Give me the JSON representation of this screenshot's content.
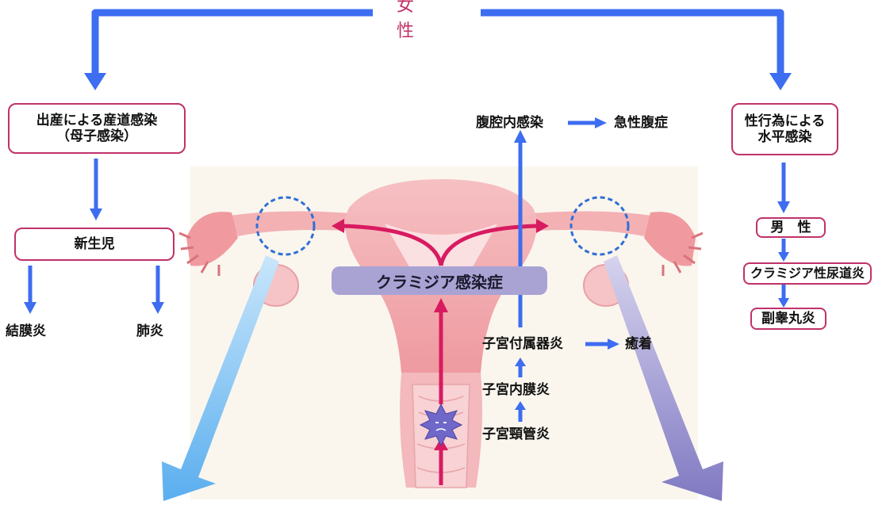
{
  "title": "女　性",
  "left_branch": {
    "infection_box_line1": "出産による産道感染",
    "infection_box_line2": "（母子感染）",
    "newborn_box": "新生児",
    "outcome_conjunctivitis": "結膜炎",
    "outcome_pneumonia": "肺炎"
  },
  "right_branch": {
    "infection_box_line1": "性行為による",
    "infection_box_line2": "水平感染",
    "male_box": "男　性",
    "urethritis_box": "クラミジア性尿道炎",
    "epididymitis_box": "副睾丸炎"
  },
  "center": {
    "disease_label": "クラミジア感染症",
    "step_cervicitis": "子宮頸管炎",
    "step_endometritis": "子宮内膜炎",
    "step_adnexitis": "子宮付属器炎",
    "step_adhesion": "癒着",
    "step_peritoneal_infection": "腹腔内感染",
    "step_acute_abdomen": "急性腹症"
  },
  "colors": {
    "accent_pink": "#c0326a",
    "flow_blue": "#3d6df0",
    "organ_pink": "#f0a2a6",
    "infection_arrow": "#d81b60",
    "disease_label_bg": "#a9a3d4",
    "left_fan_arrow": "#6bb7f0",
    "right_fan_arrow": "#8d87c8"
  }
}
